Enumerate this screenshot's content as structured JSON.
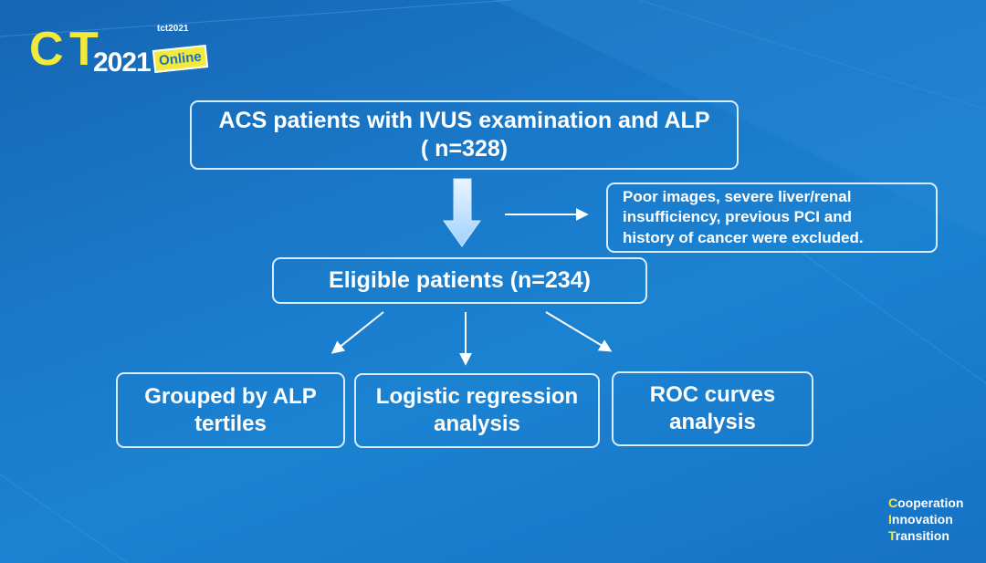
{
  "logo": {
    "letter_c": "C",
    "letter_t": "T",
    "year": "2021",
    "tag": "Online",
    "sub": "tct2021"
  },
  "flow": {
    "top": {
      "line1": "ACS patients with IVUS examination and ALP",
      "line2": "( n=328)"
    },
    "exclusion": {
      "line1": "Poor images, severe liver/renal",
      "line2": "insufficiency, previous PCI and",
      "line3": "history of cancer were excluded."
    },
    "middle": {
      "label": "Eligible patients (n=234)"
    },
    "outcomes": [
      {
        "line1": "Grouped by ALP",
        "line2": "tertiles"
      },
      {
        "line1": "Logistic regression",
        "line2": "analysis"
      },
      {
        "line1": "ROC curves",
        "line2": "analysis"
      }
    ]
  },
  "footer": {
    "rows": [
      {
        "initial": "C",
        "rest": "ooperation"
      },
      {
        "initial": "I",
        "rest": "nnovation"
      },
      {
        "initial": "T",
        "rest": "ransition"
      }
    ]
  },
  "colors": {
    "background": "#1a78c8",
    "box_border": "#d7ecff",
    "accent_yellow": "#f1ea3a",
    "text": "#ffffff"
  }
}
